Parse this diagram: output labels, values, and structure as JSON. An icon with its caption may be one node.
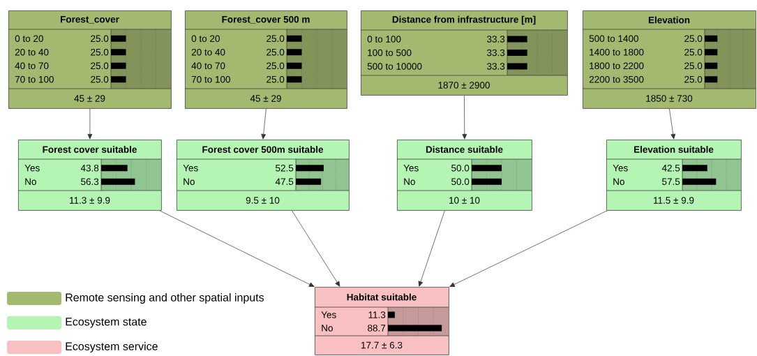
{
  "diagram": {
    "nodes": [
      {
        "text": [
          "Forest_cover",
          "0 to 20",
          "25.0",
          "20 to 40",
          "25.0",
          "40 to 70",
          "25.0",
          "70 to 100",
          "25.0",
          "45 ± 29"
        ]
      },
      {
        "text": [
          "Forest_cover 500 m",
          "0 to 20",
          "25.0",
          "20 to 40",
          "25.0",
          "40 to 70",
          "25.0",
          "70 to 100",
          "25.0",
          "45 ± 29"
        ]
      },
      {
        "text": [
          "Distance from infrastructure [m]",
          "0 to 100",
          "33.3",
          "100 to 500",
          "33.3",
          "500 to 10000",
          "33.3",
          "1870 ± 2900"
        ]
      },
      {
        "text": [
          "Elevation",
          "500 to 1400",
          "25.0",
          "1400 to 1800",
          "25.0",
          "1800 to 2200",
          "25.0",
          "2200 to 3500",
          "25.0",
          "1850 ± 730"
        ]
      },
      {
        "text": [
          "Forest cover suitable",
          "Yes",
          "43.8",
          "No",
          "56.3",
          "11.3 ± 9.9"
        ]
      },
      {
        "text": [
          "Forest cover 500m suitable",
          "Yes",
          "52.5",
          "No",
          "47.5",
          "9.5 ± 10"
        ]
      },
      {
        "text": [
          "Distance suitable",
          "Yes",
          "50.0",
          "No",
          "50.0",
          "10 ± 10"
        ]
      },
      {
        "text": [
          "Elevation suitable",
          "Yes",
          "42.5",
          "No",
          "57.5",
          "11.5 ± 9.9"
        ]
      },
      {
        "text": [
          "Habitat suitable",
          "Yes",
          "11.3",
          "No",
          "88.7",
          "17.7 ± 6.3"
        ]
      }
    ],
    "edges": [
      {
        "from": 0,
        "to": 4,
        "arrow": "to"
      },
      {
        "from": 1,
        "to": 5,
        "arrow": "to"
      },
      {
        "from": 2,
        "to": 6,
        "arrow": "to"
      },
      {
        "from": 3,
        "to": 7,
        "arrow": "to"
      },
      {
        "from": 4,
        "to": 8,
        "arrow": "to"
      },
      {
        "from": 5,
        "to": 8,
        "arrow": "to"
      },
      {
        "from": 6,
        "to": 8,
        "arrow": "to"
      },
      {
        "from": 7,
        "to": 8,
        "arrow": "to"
      }
    ],
    "legend": [
      {
        "text": "Remote sensing and other spatial inputs",
        "color": "#a3b96f"
      },
      {
        "text": "Ecosystem state",
        "color": "#b4f5b4"
      },
      {
        "text": "Ecosystem service",
        "color": "#f8c0c0"
      }
    ]
  }
}
